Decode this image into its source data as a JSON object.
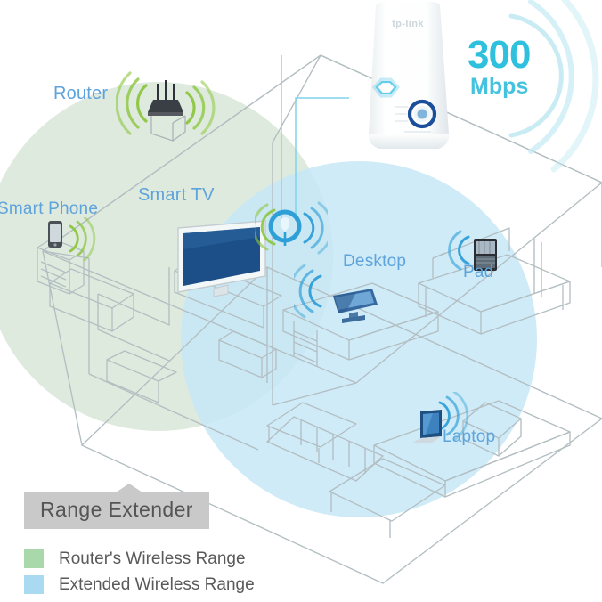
{
  "diagram": {
    "title_banner": "Range Extender",
    "speed": {
      "value": "300",
      "unit": "Mbps"
    },
    "device_brand": "tp-link",
    "labels": {
      "router": "Router",
      "smart_phone": "Smart Phone",
      "smart_tv": "Smart TV",
      "desktop": "Desktop",
      "pad": "Pad",
      "laptop": "Laptop"
    },
    "legend": [
      {
        "swatch_color": "#a9d9ab",
        "label": "Router's Wireless Range"
      },
      {
        "swatch_color": "#a9daf1",
        "label": "Extended Wireless Range"
      }
    ],
    "colors": {
      "router_range_fill": "#dfeade",
      "extended_range_fill": "#c6e8f6",
      "label_blue": "#5ea3db",
      "speed_cyan": "#2ec0dd",
      "banner_gray": "#c9c9c9",
      "banner_text": "#555555",
      "wifi_green": "#8cc63f",
      "wifi_blue": "#2f9fd8",
      "room_line": "#b9c2c6",
      "tv_screen": "#1c4f87",
      "background": "#ffffff"
    },
    "icon_names": [
      "router-icon",
      "smartphone-icon",
      "smart-tv-icon",
      "range-extender-icon",
      "desktop-icon",
      "tablet-pad-icon",
      "laptop-icon",
      "wifi-signal-icon",
      "tp-link-extender-device",
      "wifi-arc-icon"
    ]
  }
}
